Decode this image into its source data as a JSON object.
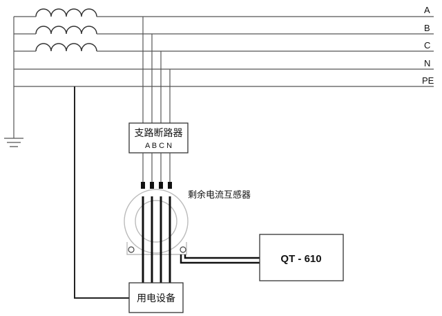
{
  "bus_labels": {
    "a": "A",
    "b": "B",
    "c": "C",
    "n": "N",
    "pe": "PE"
  },
  "breaker": {
    "title": "支路断路器",
    "terminals": "A B C N"
  },
  "current_transformer": {
    "label": "剩余电流互感器"
  },
  "monitor_device": {
    "label": "QT - 610"
  },
  "load_equipment": {
    "label": "用电设备"
  }
}
